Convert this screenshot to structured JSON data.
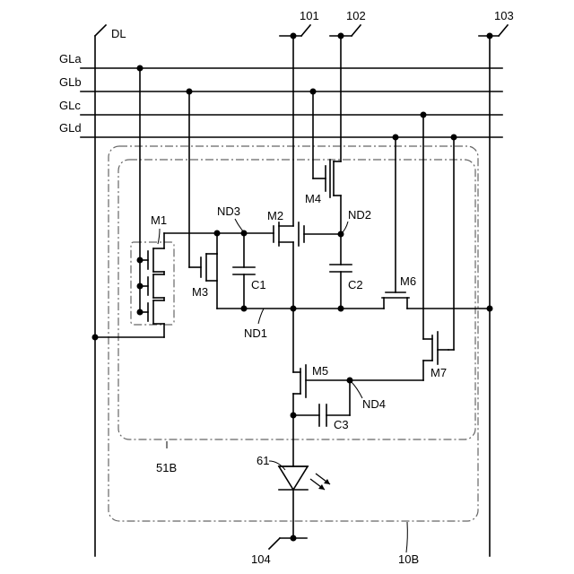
{
  "labels": {
    "dl": "DL",
    "t101": "101",
    "t102": "102",
    "t103": "103",
    "t104": "104",
    "gla": "GLa",
    "glb": "GLb",
    "glc": "GLc",
    "gld": "GLd",
    "m1": "M1",
    "m2": "M2",
    "m3": "M3",
    "m4": "M4",
    "m5": "M5",
    "m6": "M6",
    "m7": "M7",
    "c1": "C1",
    "c2": "C2",
    "c3": "C3",
    "nd1": "ND1",
    "nd2": "ND2",
    "nd3": "ND3",
    "nd4": "ND4",
    "led": "61",
    "inner_box": "51B",
    "outer_box": "10B"
  }
}
